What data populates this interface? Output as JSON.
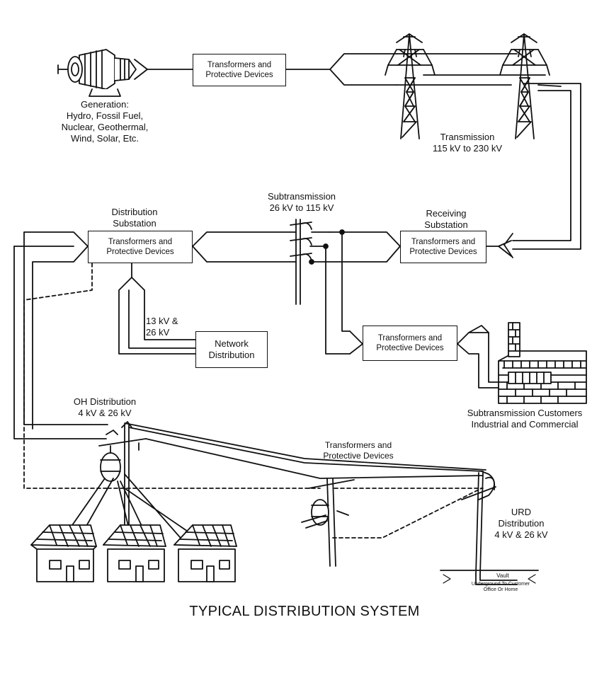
{
  "boxes": {
    "gen_transformers": [
      "Transformers and",
      "Protective Devices"
    ],
    "distribution_substation": [
      "Transformers and",
      "Protective Devices"
    ],
    "receiving_substation": [
      "Transformers and",
      "Protective Devices"
    ],
    "subtransmission_customers_box": [
      "Transformers and",
      "Protective Devices"
    ],
    "network_distribution": [
      "Network",
      "Distribution"
    ]
  },
  "labels": {
    "generation": [
      "Generation:",
      "Hydro, Fossil Fuel,",
      "Nuclear, Geothermal,",
      "Wind, Solar, Etc."
    ],
    "transmission": [
      "Transmission",
      "115 kV to 230 kV"
    ],
    "subtransmission": [
      "Subtransmission",
      "26 kV to 115 kV"
    ],
    "distribution_substation": [
      "Distribution",
      "Substation"
    ],
    "receiving_substation": [
      "Receiving",
      "Substation"
    ],
    "network_voltage": [
      "13 kV &",
      "26 kV"
    ],
    "sub_customers": [
      "Subtransmission Customers",
      "Industrial and Commercial"
    ],
    "oh_distribution": [
      "OH Distribution",
      "4 kV & 26 kV"
    ],
    "pole_transformers": [
      "Transformers and",
      "Protective Devices"
    ],
    "urd_distribution": [
      "URD",
      "Distribution",
      "4 kV & 26 kV"
    ],
    "vault": "Vault",
    "underground": [
      "Underground To Customer",
      "Office Or Home"
    ]
  },
  "title": "TYPICAL DISTRIBUTION SYSTEM"
}
